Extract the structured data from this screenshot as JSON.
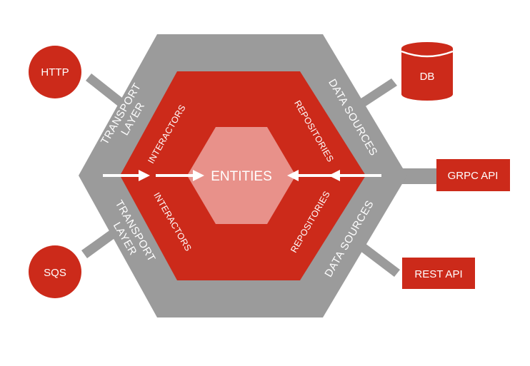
{
  "colors": {
    "outer_ring": "#9b9b9b",
    "inner_ring": "#cc2a1a",
    "core": "#e8918a",
    "external": "#cc2a1a",
    "arrow": "#ffffff"
  },
  "core": {
    "label": "ENTITIES"
  },
  "rings": {
    "transport_top": [
      "TRANSPORT",
      "LAYER"
    ],
    "transport_bottom": [
      "TRANSPORT",
      "LAYER"
    ],
    "data_top": "DATA SOURCES",
    "data_bottom": "DATA SOURCES",
    "interactors_top": "INTERACTORS",
    "interactors_bottom": "INTERACTORS",
    "repositories_top": "REPOSITORIES",
    "repositories_bottom": "REPOSITORIES"
  },
  "externals": {
    "http": "HTTP",
    "sqs": "SQS",
    "db": "DB",
    "grpc": "GRPC API",
    "rest": "REST API"
  }
}
